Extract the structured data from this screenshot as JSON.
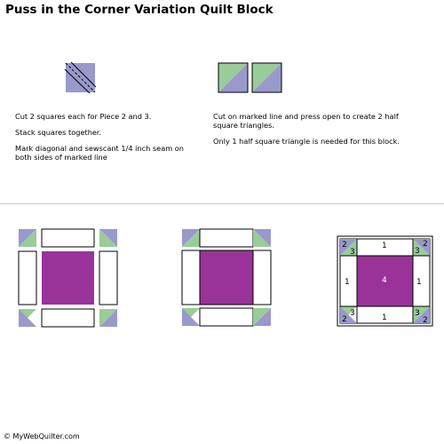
{
  "title": "Puss in the Corner Variation Quilt Block",
  "step1": {
    "line1": "Cut 2 squares each  for Piece 2 and 3.",
    "line2": "Stack squares together.",
    "line3": "Mark diagonal and sewscant 1/4 inch seam on both sides of marked line"
  },
  "step2": {
    "line1": "Cut on marked line and press open to create 2 half square triangles.",
    "line2": "Only 1 half square triangle is needed for this block."
  },
  "block_labels": {
    "piece1": "1",
    "piece2": "2",
    "piece3": "3",
    "piece4": "4"
  },
  "footer": "© MyWebQuilter.com",
  "colors": {
    "lavender": "#9999cc",
    "green": "#99cc99",
    "purple": "#993399",
    "white": "#ffffff"
  }
}
